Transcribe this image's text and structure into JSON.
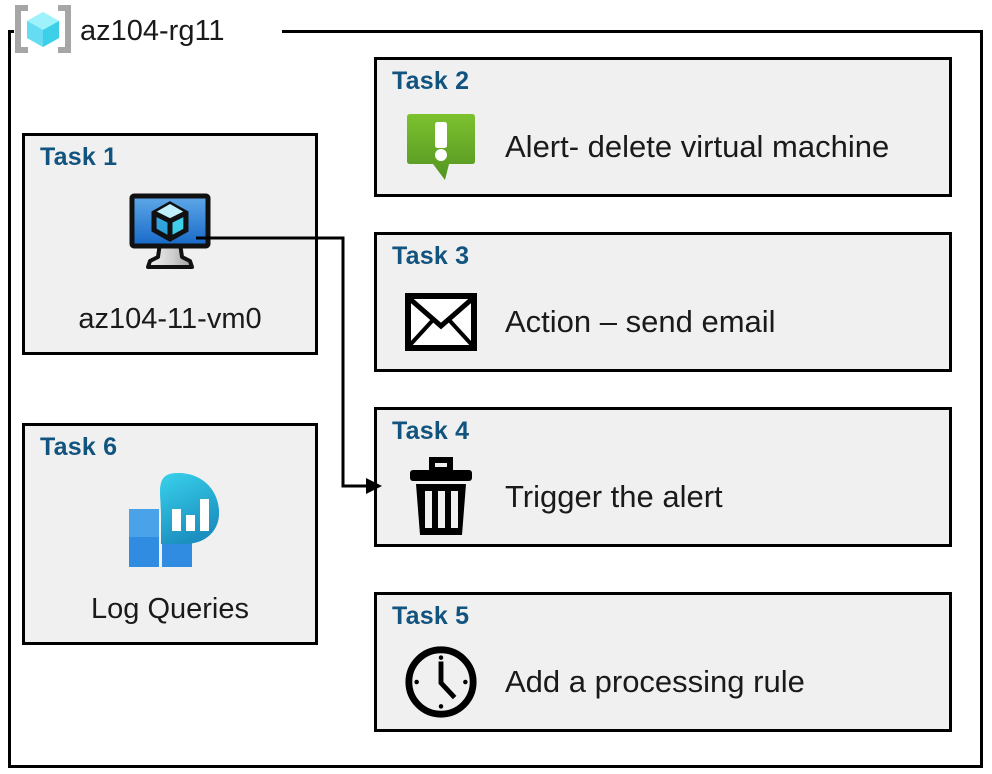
{
  "resource_group": {
    "name": "az104-rg11",
    "icon": "resource-group-cube-icon"
  },
  "colors": {
    "task_label": "#11547f",
    "card_fill": "#f0f0f0",
    "border": "#000000",
    "alert_green": "#6cb52d",
    "vm_blue": "#2f83d6",
    "log_cyan": "#32c8e0",
    "log_blue": "#2e8ee0",
    "rg_cube_cyan": "#5ee0f5"
  },
  "cards": [
    {
      "id": "task1",
      "title": "Task 1",
      "caption": "az104-11-vm0",
      "icon": "virtual-machine-icon",
      "orientation": "vertical"
    },
    {
      "id": "task2",
      "title": "Task 2",
      "caption": "Alert- delete virtual machine",
      "icon": "alert-speech-bubble-icon",
      "orientation": "horizontal"
    },
    {
      "id": "task3",
      "title": "Task 3",
      "caption": "Action – send email",
      "icon": "envelope-icon",
      "orientation": "horizontal"
    },
    {
      "id": "task4",
      "title": "Task 4",
      "caption": "Trigger the alert",
      "icon": "trash-can-icon",
      "orientation": "horizontal"
    },
    {
      "id": "task5",
      "title": "Task 5",
      "caption": "Add a processing rule",
      "icon": "clock-icon",
      "orientation": "horizontal"
    },
    {
      "id": "task6",
      "title": "Task 6",
      "caption": "Log Queries",
      "icon": "log-analytics-icon",
      "orientation": "vertical"
    }
  ],
  "connectors": [
    {
      "from": "task1",
      "to": "task4",
      "arrow": "arrow-head-right"
    }
  ]
}
